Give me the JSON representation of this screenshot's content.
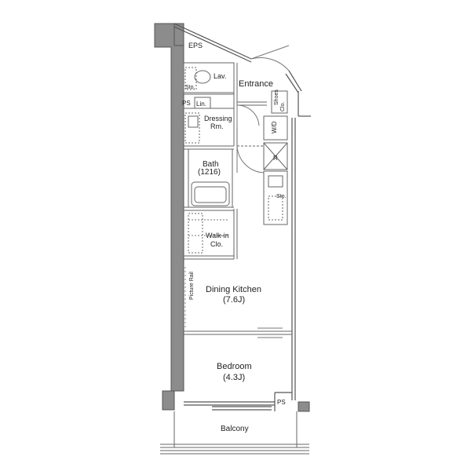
{
  "rooms": {
    "eps": "EPS",
    "lav": "Lav.",
    "sto_lav": "Sto.",
    "entrance": "Entrance",
    "shoes": "Shoes",
    "shoes_clo": "Clo.",
    "ps_top": "PS",
    "lin": "Lin.",
    "dressing": "Dressing",
    "dressing_rm": "Rm.",
    "wd": "W/D",
    "r": "R",
    "bath": "Bath",
    "bath_size": "(1216)",
    "sto_kitchen": "Sto.",
    "walkin": "Walk-in",
    "walkin_clo": "Clo.",
    "picture_rail": "Picture Rail",
    "dining": "Dining Kitchen",
    "dining_size": "(7.6J)",
    "bedroom": "Bedroom",
    "bedroom_size": "(4.3J)",
    "ps_bottom": "PS",
    "balcony": "Balcony"
  },
  "colors": {
    "wall_fill": "#8c8c8c",
    "line": "#555555",
    "text": "#222222"
  }
}
